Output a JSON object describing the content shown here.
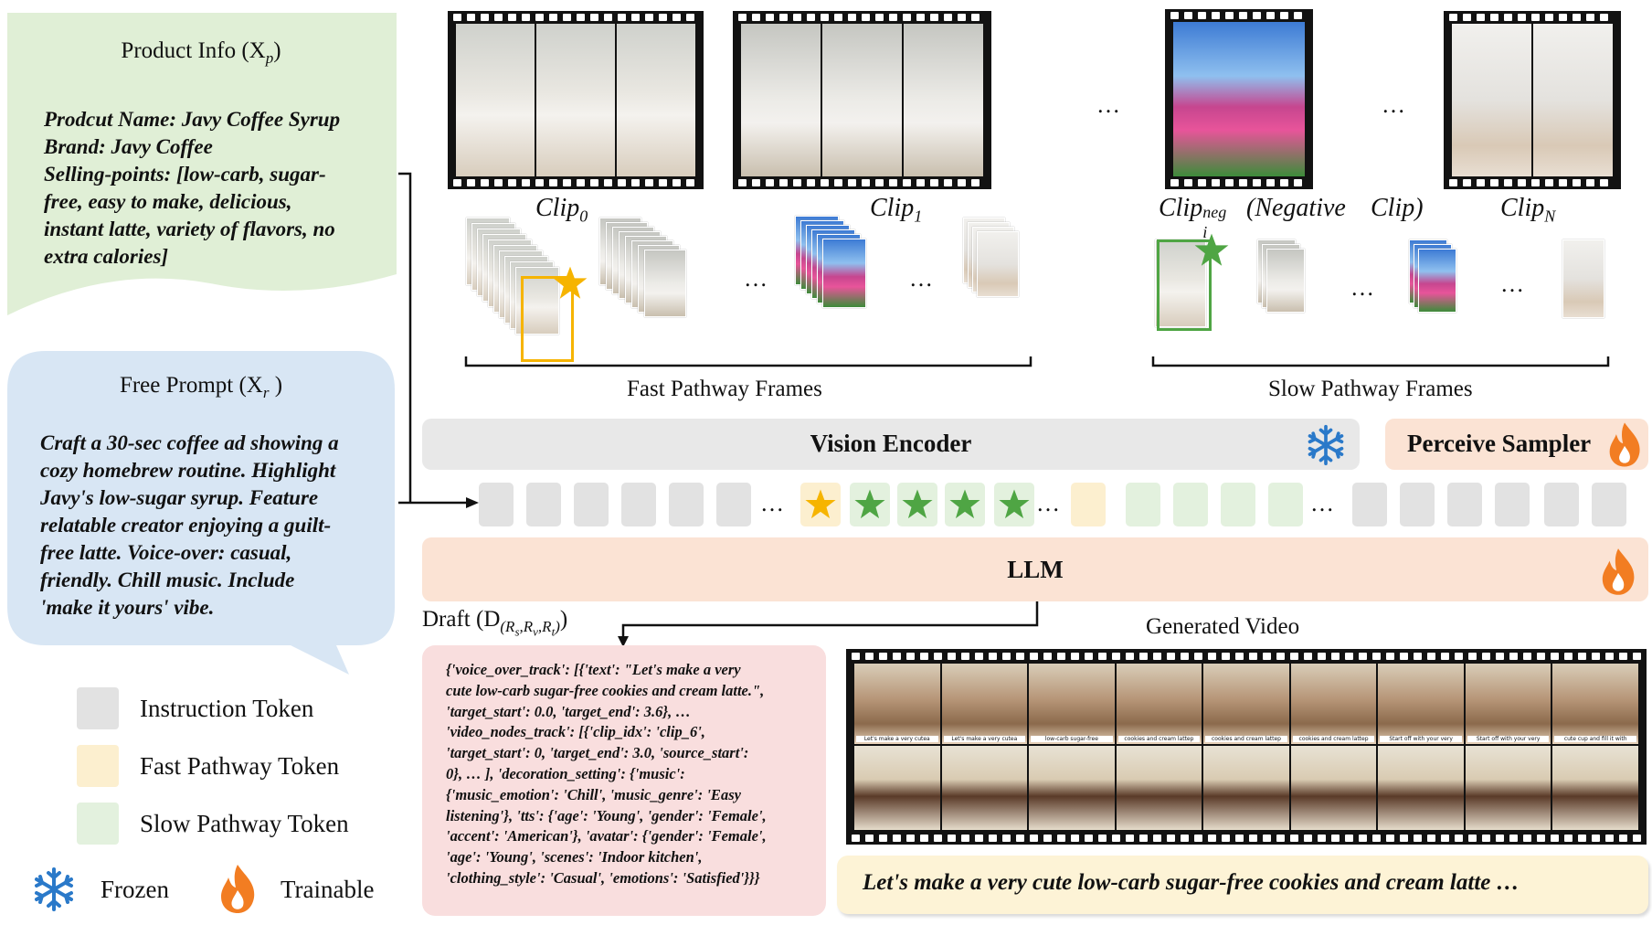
{
  "product_info": {
    "title": "Product Info (X",
    "title_sub": "p",
    "title_end": ")",
    "lines": [
      "Prodcut Name: Javy Coffee Syrup",
      "Brand: Javy Coffee",
      "Selling-points: [low-carb, sugar-",
      "free, easy to make, delicious,",
      "instant latte, variety of flavors, no",
      "extra calories]"
    ]
  },
  "free_prompt": {
    "title": "Free Prompt (X",
    "title_sub": "r",
    "title_end": " )",
    "lines": [
      "Craft a 30-sec coffee ad showing a",
      "cozy homebrew routine. Highlight",
      "Javy's low-sugar syrup. Feature",
      "relatable creator enjoying a guilt-",
      "free latte. Voice-over: casual,",
      "friendly. Chill music. Include",
      "'make it yours' vibe."
    ]
  },
  "legend": {
    "instruction": "Instruction Token",
    "fast": "Fast Pathway Token",
    "slow": "Slow Pathway Token",
    "frozen": "Frozen",
    "trainable": "Trainable"
  },
  "clips": {
    "clip0": "Clip",
    "clip0_sub": "0",
    "clip1": "Clip",
    "clip1_sub": "1",
    "clipi": "Clip",
    "clipi_sub": "i",
    "clipi_sup": "neg",
    "negative": "(Negative",
    "negative_clip": "Clip)",
    "clipn": "Clip",
    "clipn_sub": "N",
    "ellipsis": "…"
  },
  "fast_pathway_label": "Fast Pathway Frames",
  "slow_pathway_label": "Slow Pathway Frames",
  "vision_encoder_label": "Vision Encoder",
  "perceive_sampler_label": "Perceive Sampler",
  "llm_label": "LLM",
  "draft": {
    "label": "Draft (D",
    "sub_r": "(R",
    "sub_s": "s",
    "sub_v": "v",
    "sub_t": "t",
    "text_lines": [
      "{'voice_over_track': [{'text': \"Let's make a very",
      "cute low-carb sugar-free cookies and cream latte.\",",
      "'target_start': 0.0, 'target_end': 3.6}, …",
      "'video_nodes_track': [{'clip_idx': 'clip_6',",
      "'target_start': 0, 'target_end': 3.0, 'source_start':",
      "0}, … ], 'decoration_setting': {'music':",
      "{'music_emotion': 'Chill', 'music_genre': 'Easy",
      "listening'}, 'tts': {'age': 'Young', 'gender': 'Female',",
      "'accent': 'American'}, 'avatar': {'gender': 'Female',",
      "'age': 'Young', 'scenes': 'Indoor kitchen',",
      "'clothing_style': 'Casual', 'emotions': 'Satisfied'}}}"
    ]
  },
  "generated_video_label": "Generated Video",
  "generated_caption": "Let's make a very cute low-carb sugar-free cookies and cream latte …",
  "subtitles": [
    "Let's make a very cutea",
    "Let's make a very cutea",
    "low-carb sugar-free",
    "cookies and cream lattep",
    "cookies and cream lattep",
    "cookies and cream lattep",
    "Start off with your very",
    "Start off with your very",
    "cute cup and fill it with"
  ],
  "colors": {
    "product_bg": "#e0efd6",
    "prompt_bg": "#d8e6f4",
    "legend_instruction": "#e2e2e2",
    "legend_fast": "#fcefcf",
    "legend_slow": "#e3f1de",
    "bar_grey": "#e8e8e8",
    "bar_orange": "#fbe3d4",
    "frozen_blue": "#2a79c9",
    "trainable_orange": "#f27d22",
    "star_gold": "#f6b400",
    "star_green": "#4fa544",
    "draft_bg": "#f9dede",
    "caption_bg": "#fdf3d6"
  }
}
